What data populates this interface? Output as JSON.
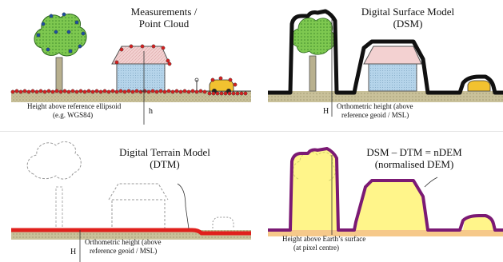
{
  "panels": {
    "point_cloud": {
      "title_line1": "Measurements /",
      "title_line2": "Point Cloud",
      "caption_line1": "Height above reference ellipsoid",
      "caption_line2": "(e.g. WGS84)",
      "height_symbol": "h"
    },
    "dsm": {
      "title_line1": "Digital Surface Model",
      "title_line2": "(DSM)",
      "caption_line1": "Orthometric height (above",
      "caption_line2": "reference geoid / MSL)",
      "height_symbol": "H"
    },
    "dtm": {
      "title_line1": "Digital Terrain Model",
      "title_line2": "(DTM)",
      "caption_line1": "Orthometric height (above",
      "caption_line2": "reference geoid / MSL)",
      "height_symbol": "H"
    },
    "ndem": {
      "title_line1": "DSM – DTM = nDEM",
      "title_line2": "(normalised DEM)",
      "caption_line1": "Height above Earth’s surface",
      "caption_line2": "(at pixel centre)"
    }
  },
  "colors": {
    "ground_soil": "#c9c19a",
    "tree_green": "#7ec850",
    "house_blue": "#b5d4ea",
    "roof_pink": "#f3d1d1",
    "points_red": "#d42020",
    "dtm_red": "#e0201c",
    "dsm_black": "#111111",
    "ndem_purple": "#7b1a74",
    "ndem_yellow": "#fff58a",
    "car_yellow": "#f2c230"
  }
}
